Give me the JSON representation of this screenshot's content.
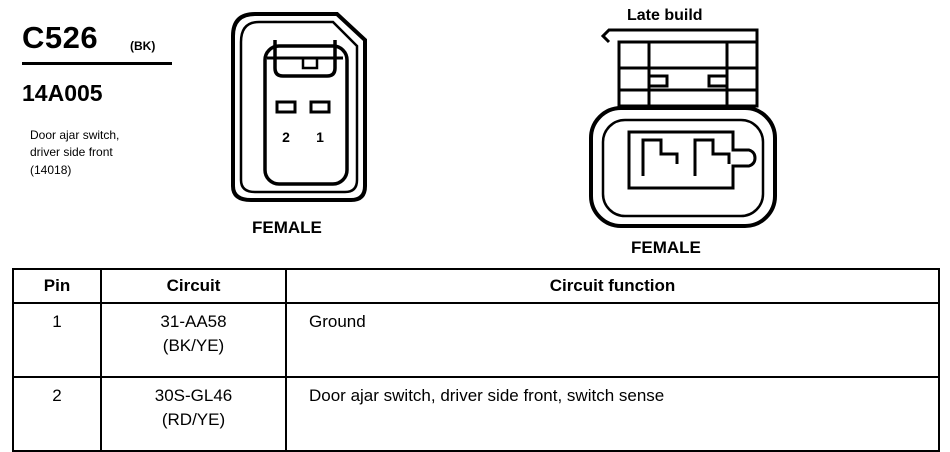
{
  "connector": {
    "id": "C526",
    "color": "(BK)",
    "part_number": "14A005",
    "description_lines": [
      "Door ajar switch,",
      "driver side front",
      "(14018)"
    ]
  },
  "views": {
    "left": {
      "label": "FEMALE",
      "pin_labels": [
        "2",
        "1"
      ]
    },
    "right": {
      "label": "FEMALE",
      "caption": "Late build"
    }
  },
  "table": {
    "headers": [
      "Pin",
      "Circuit",
      "Circuit function"
    ],
    "rows": [
      {
        "pin": "1",
        "circuit": "31-AA58",
        "circuit_color": "(BK/YE)",
        "function": "Ground"
      },
      {
        "pin": "2",
        "circuit": "30S-GL46",
        "circuit_color": "(RD/YE)",
        "function": "Door ajar switch, driver side front, switch sense"
      }
    ]
  }
}
